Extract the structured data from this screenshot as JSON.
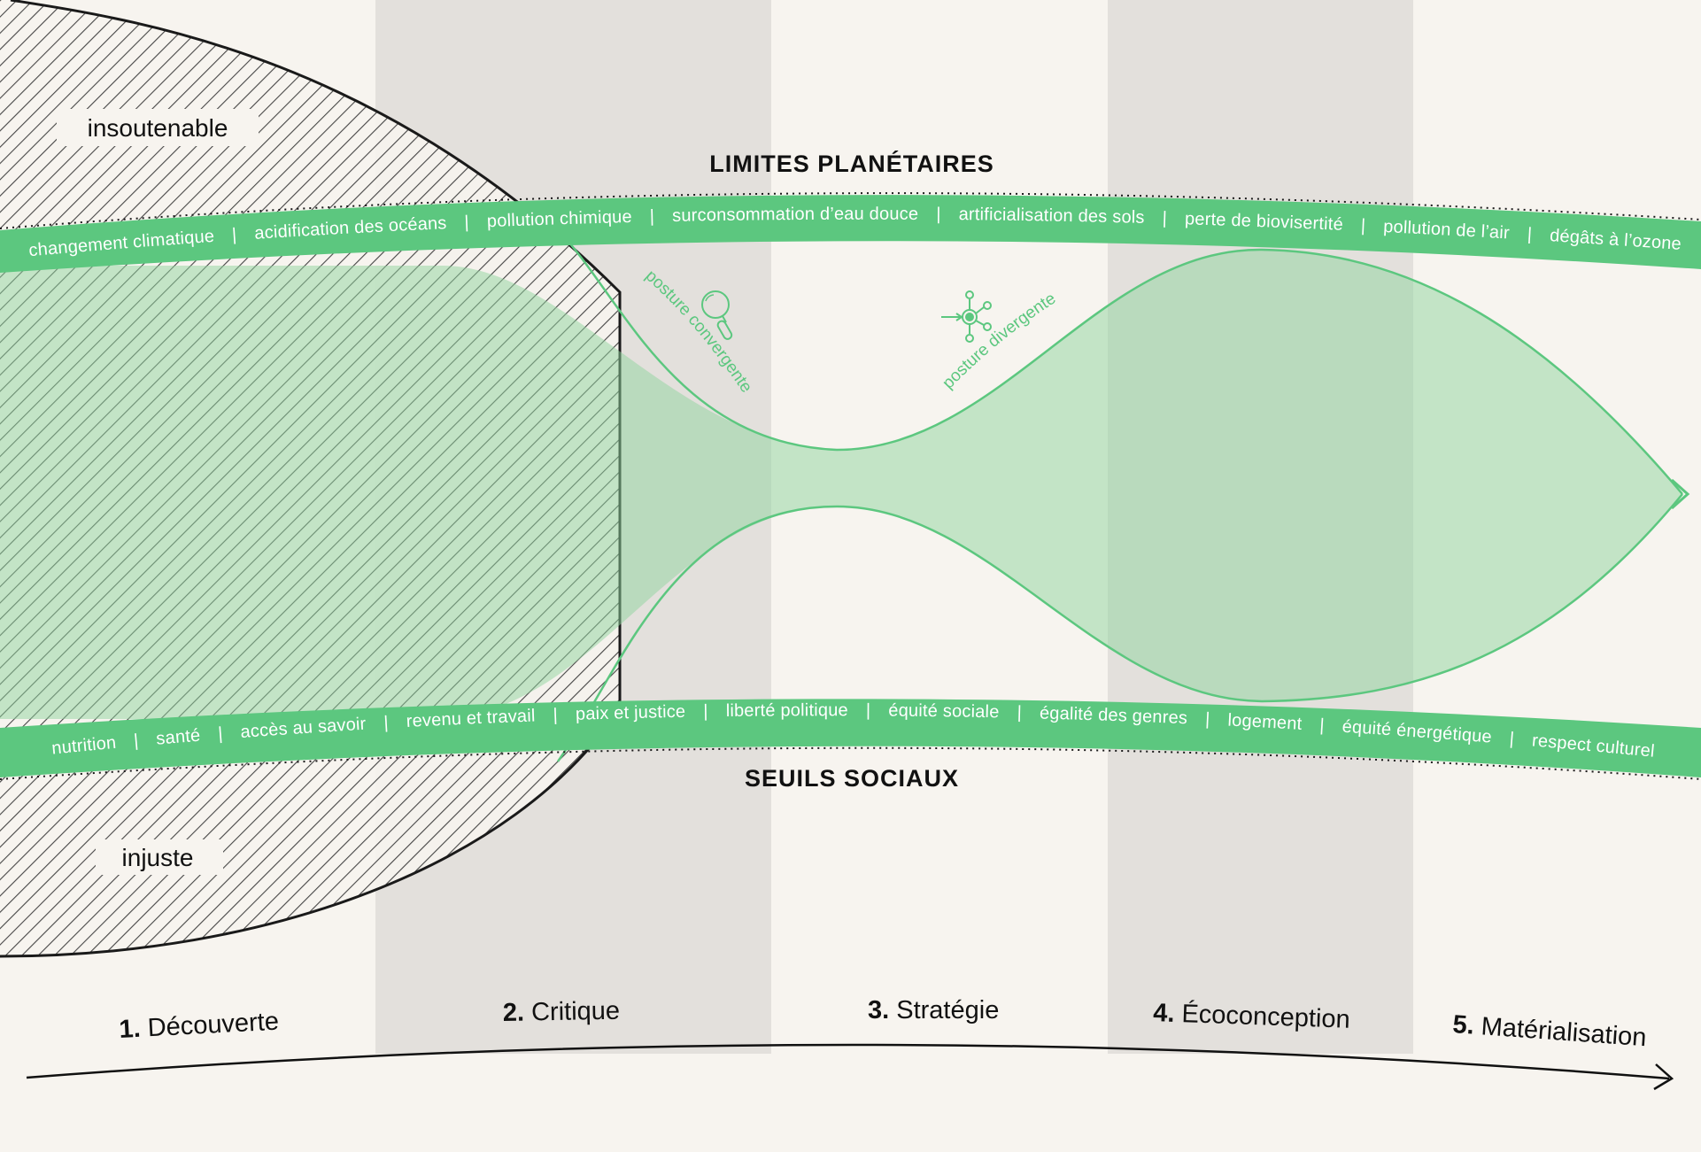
{
  "colors": {
    "background": "#f7f4ef",
    "column_shade": "#e3e0dc",
    "green_band": "#5cc77f",
    "green_fill": "#a9dbb0",
    "green_line": "#5cc77f",
    "ink": "#111111"
  },
  "zones": {
    "unsustainable": "insoutenable",
    "unjust": "injuste"
  },
  "headings": {
    "top": "LIMITES PLANÉTAIRES",
    "bottom": "SEUILS SOCIAUX"
  },
  "planetary_limits": [
    "changement climatique",
    "acidification des océans",
    "pollution chimique",
    "surconsommation d’eau douce",
    "artificialisation des sols",
    "perte de biovisertité",
    "pollution de l’air",
    "dégâts à l’ozone"
  ],
  "social_thresholds": [
    "nutrition",
    "santé",
    "accès au savoir",
    "revenu et travail",
    "paix et justice",
    "liberté politique",
    "équité sociale",
    "égalité des genres",
    "logement",
    "équité énergétique",
    "respect culturel"
  ],
  "separator": "|",
  "postures": {
    "convergent": "posture convergente",
    "divergent": "posture divergente"
  },
  "icons": {
    "convergent": "magnifier-icon",
    "divergent": "network-nodes-icon"
  },
  "steps": [
    {
      "num": "1.",
      "label": "Découverte"
    },
    {
      "num": "2.",
      "label": "Critique"
    },
    {
      "num": "3.",
      "label": "Stratégie"
    },
    {
      "num": "4.",
      "label": "Écoconception"
    },
    {
      "num": "5.",
      "label": "Matérialisation"
    }
  ]
}
